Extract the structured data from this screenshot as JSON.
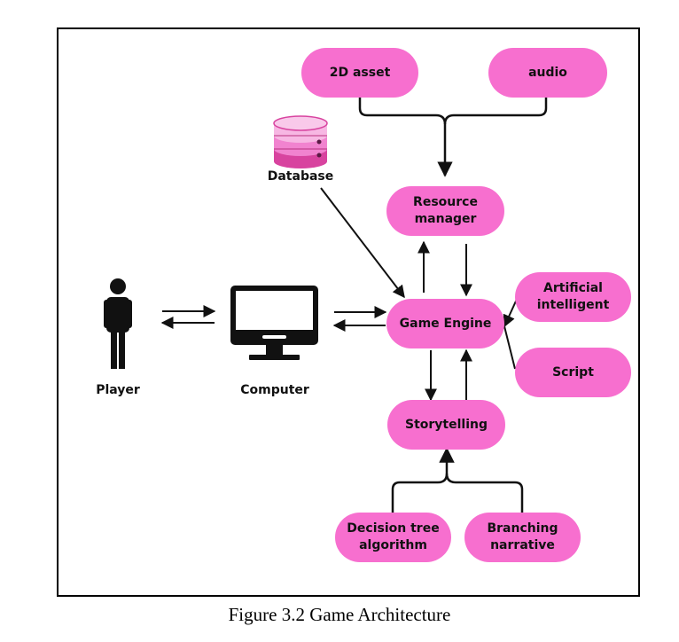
{
  "diagram": {
    "nodes": {
      "asset2d": "2D asset",
      "audio": "audio",
      "database": "Database",
      "resource_manager": "Resource\nmanager",
      "artificial_intelligent": "Artificial\nintelligent",
      "game_engine": "Game Engine",
      "script": "Script",
      "player": "Player",
      "computer": "Computer",
      "storytelling": "Storytelling",
      "decision_tree": "Decision tree\nalgorithm",
      "branching_narrative": "Branching\nnarrative"
    },
    "colors": {
      "node_fill": "#f76fcf",
      "database_top": "#f7b7e3",
      "database_middle": "#f183cf",
      "database_bottom": "#d8439f",
      "icon": "#111111"
    },
    "icons": [
      "person-icon",
      "monitor-icon",
      "database-icon"
    ]
  },
  "caption": "Figure 3.2 Game Architecture"
}
